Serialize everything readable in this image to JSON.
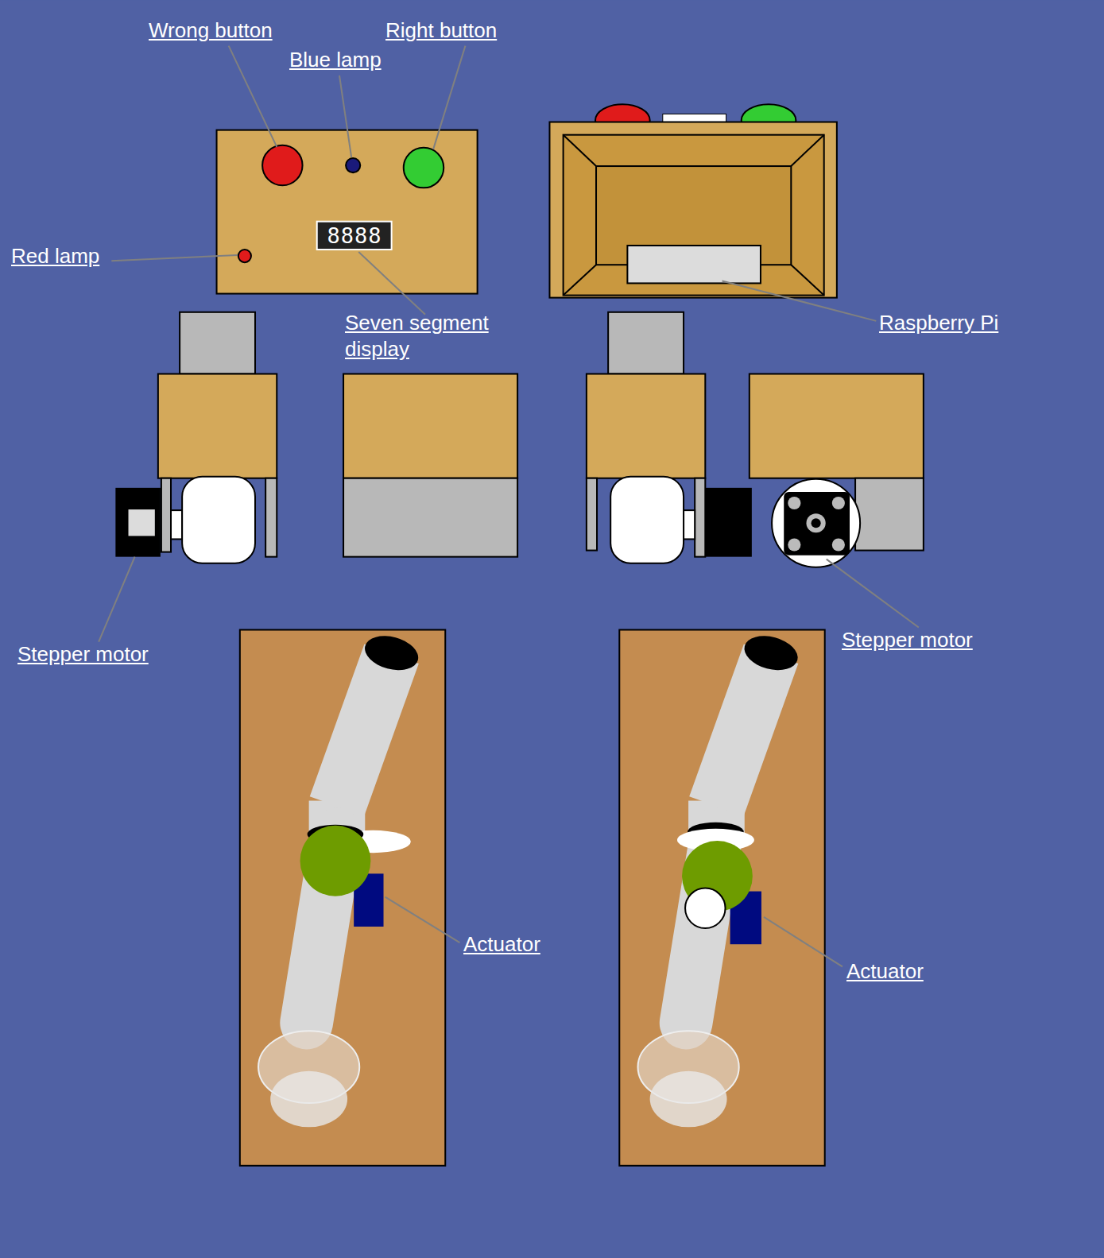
{
  "diagram": {
    "labels": [
      "Wrong button",
      "Blue lamp",
      "Right button",
      "Red lamp",
      "8888",
      "Seven segment display",
      "Raspberry Pi",
      "Stepper motor",
      "Stepper motor",
      "Actuator",
      "Actuator"
    ]
  }
}
